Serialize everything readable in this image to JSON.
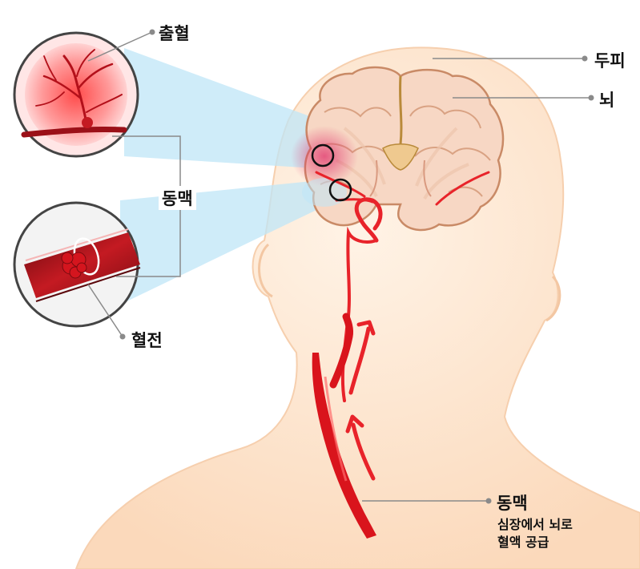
{
  "labels": {
    "hemorrhage": "출혈",
    "artery_left": "동맥",
    "thrombus": "혈전",
    "scalp": "두피",
    "brain": "뇌",
    "artery_neck": "동맥",
    "artery_neck_desc_line1": "심장에서 뇌로",
    "artery_neck_desc_line2": "혈액 공급"
  },
  "colors": {
    "skin": "#fde3cc",
    "skin_edge": "#f6cfae",
    "brain_fill": "#f7d7c4",
    "brain_outline": "#c98a66",
    "artery": "#e8232a",
    "magnifier_beam": "#bfe6f7",
    "leader_line": "#8a8a8a"
  }
}
